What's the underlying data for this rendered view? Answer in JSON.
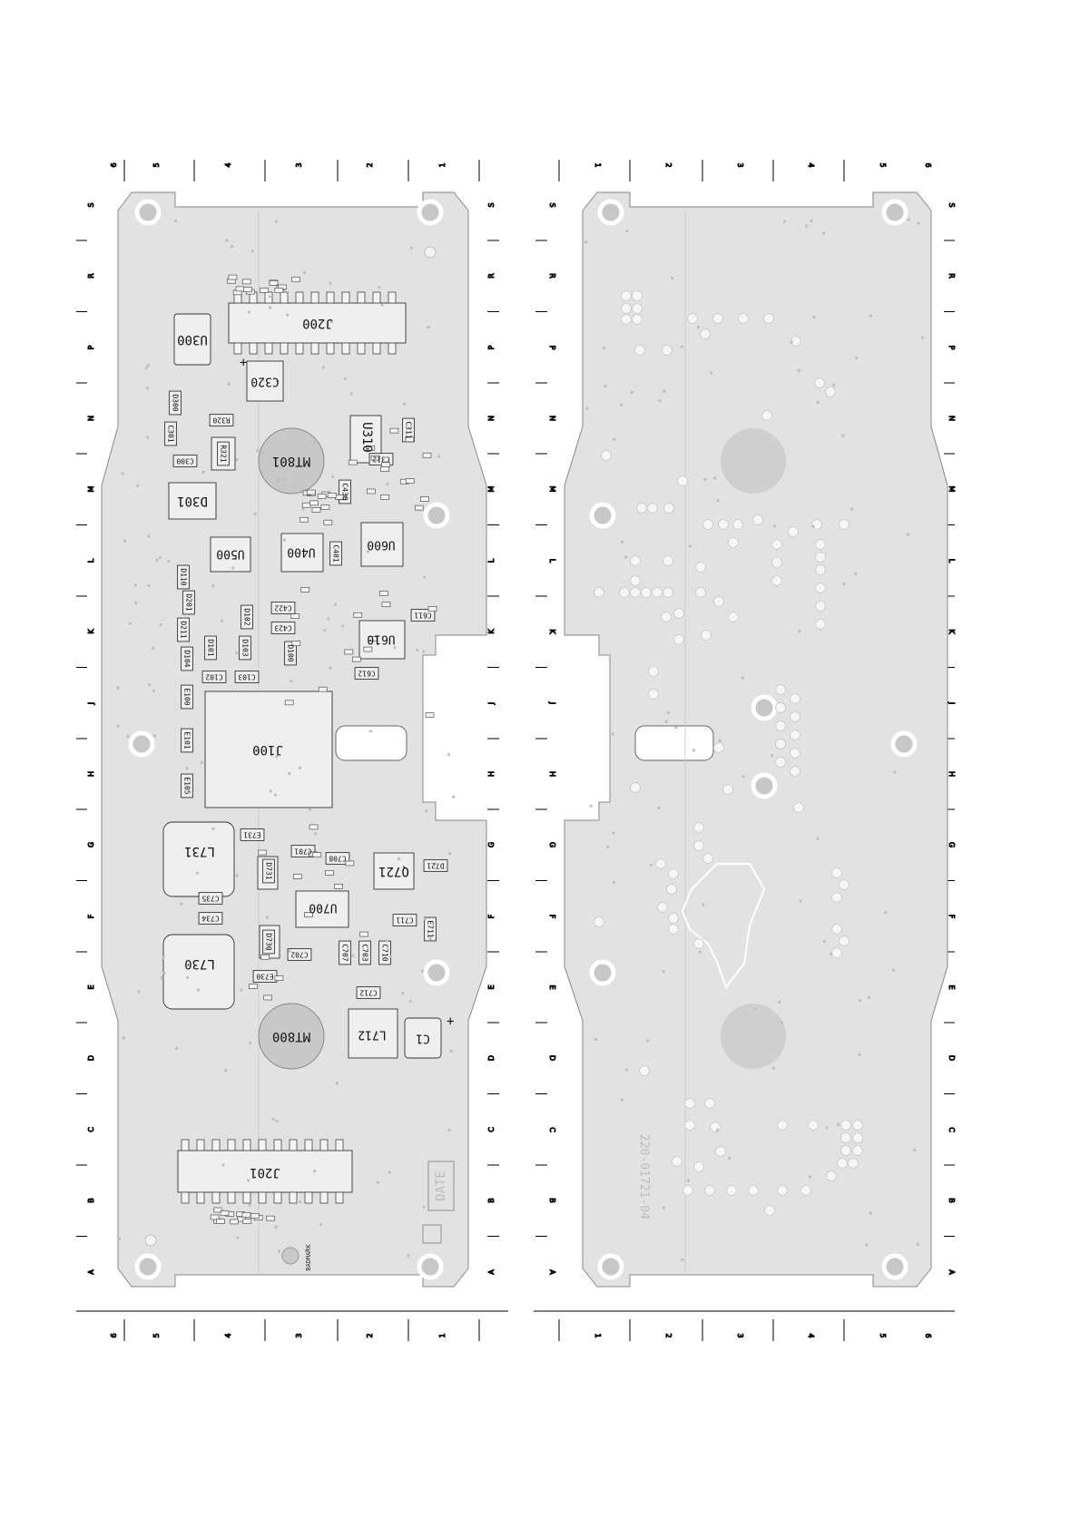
{
  "views": {
    "component_side": {
      "parts": [
        {
          "id": "u300",
          "label": "U300",
          "big": true
        },
        {
          "id": "j200",
          "label": "J200",
          "big": true
        },
        {
          "id": "c320",
          "label": "C320",
          "big": true
        },
        {
          "id": "d300",
          "label": "D300"
        },
        {
          "id": "r320",
          "label": "R320"
        },
        {
          "id": "c301",
          "label": "C301"
        },
        {
          "id": "c300",
          "label": "C300"
        },
        {
          "id": "r321",
          "label": "R321"
        },
        {
          "id": "mt801",
          "label": "MT801",
          "big": true
        },
        {
          "id": "u310",
          "label": "U310",
          "big": true
        },
        {
          "id": "c311",
          "label": "C311"
        },
        {
          "id": "c312",
          "label": "C312"
        },
        {
          "id": "d301",
          "label": "D301",
          "big": true
        },
        {
          "id": "c430",
          "label": "C430"
        },
        {
          "id": "u500",
          "label": "U500",
          "big": true
        },
        {
          "id": "u400",
          "label": "U400",
          "big": true
        },
        {
          "id": "u600",
          "label": "U600",
          "big": true
        },
        {
          "id": "c401",
          "label": "C401"
        },
        {
          "id": "d110",
          "label": "D110"
        },
        {
          "id": "d201",
          "label": "D201"
        },
        {
          "id": "d211",
          "label": "D211"
        },
        {
          "id": "d102",
          "label": "D102"
        },
        {
          "id": "c422",
          "label": "C422"
        },
        {
          "id": "c423",
          "label": "C423"
        },
        {
          "id": "c611",
          "label": "C611"
        },
        {
          "id": "u610",
          "label": "U610",
          "big": true
        },
        {
          "id": "d101",
          "label": "D101"
        },
        {
          "id": "d104",
          "label": "D104"
        },
        {
          "id": "d103",
          "label": "D103"
        },
        {
          "id": "d100",
          "label": "D100"
        },
        {
          "id": "c102",
          "label": "C102"
        },
        {
          "id": "c103",
          "label": "C103"
        },
        {
          "id": "c612",
          "label": "C612"
        },
        {
          "id": "e100",
          "label": "E100"
        },
        {
          "id": "e101",
          "label": "E101"
        },
        {
          "id": "j100",
          "label": "J100",
          "big": true
        },
        {
          "id": "e105",
          "label": "E105"
        },
        {
          "id": "l731",
          "label": "L731",
          "big": true
        },
        {
          "id": "e731",
          "label": "E731"
        },
        {
          "id": "c701",
          "label": "C701"
        },
        {
          "id": "d731",
          "label": "D731"
        },
        {
          "id": "c708",
          "label": "C708"
        },
        {
          "id": "q721",
          "label": "Q721",
          "big": true
        },
        {
          "id": "d721",
          "label": "D721"
        },
        {
          "id": "c735",
          "label": "C735"
        },
        {
          "id": "u700",
          "label": "U700",
          "big": true
        },
        {
          "id": "c734",
          "label": "C734"
        },
        {
          "id": "c711",
          "label": "C711"
        },
        {
          "id": "e711",
          "label": "E711"
        },
        {
          "id": "d730",
          "label": "D730"
        },
        {
          "id": "c702",
          "label": "C702"
        },
        {
          "id": "c707",
          "label": "C707"
        },
        {
          "id": "c703",
          "label": "C703"
        },
        {
          "id": "c710",
          "label": "C710"
        },
        {
          "id": "l730",
          "label": "L730",
          "big": true
        },
        {
          "id": "e730",
          "label": "E730"
        },
        {
          "id": "c712",
          "label": "C712"
        },
        {
          "id": "mt800",
          "label": "MT800",
          "big": true
        },
        {
          "id": "l712",
          "label": "L712",
          "big": true
        },
        {
          "id": "c1",
          "label": "C1",
          "big": true
        },
        {
          "id": "j201",
          "label": "J201",
          "big": true
        }
      ],
      "date_box": "DATE",
      "badmark": "BADMARK"
    },
    "solder_side": {
      "part_number": "220-01721-04"
    }
  },
  "ruler": {
    "rows": [
      "S",
      "R",
      "P",
      "N",
      "M",
      "L",
      "K",
      "J",
      "H",
      "G",
      "F",
      "E",
      "D",
      "C",
      "B",
      "A"
    ],
    "cols_left": [
      "6",
      "5",
      "4",
      "3",
      "2",
      "1"
    ],
    "cols_right": [
      "1",
      "2",
      "3",
      "4",
      "5",
      "6"
    ]
  }
}
